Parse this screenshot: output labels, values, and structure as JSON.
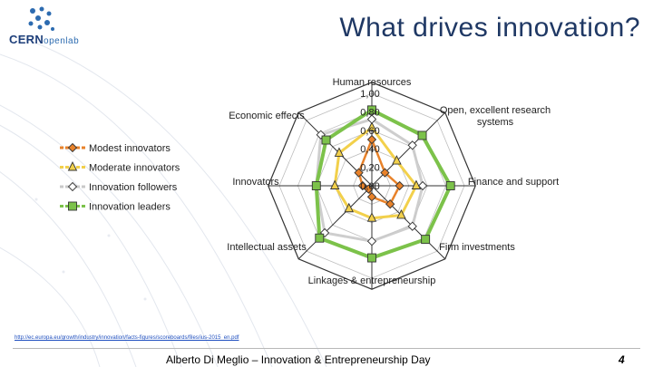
{
  "slide": {
    "title": "What drives innovation?",
    "logo_text": "CERN",
    "logo_sub": "openlab",
    "source_url": "http://ec.europa.eu/growth/industry/innovation/facts-figures/scoreboards/files/ius-2015_en.pdf",
    "footer": "Alberto Di Meglio – Innovation & Entrepreneurship Day",
    "page_number": "4"
  },
  "colors": {
    "title": "#1f3864",
    "axis_lines": "#333333",
    "modest": "#e8822a",
    "moderate": "#f2d04b",
    "followers": "#d9d9d9",
    "leaders": "#7cc24a"
  },
  "chart_data": {
    "type": "radar",
    "axes": [
      "Human resources",
      "Open, excellent research systems",
      "Finance and support",
      "Firm investments",
      "Linkages & entrepreneurship",
      "Intellectual assets",
      "Innovators",
      "Economic effects"
    ],
    "ticks": [
      "0,00",
      "0,20",
      "0,40",
      "0,60",
      "0,80",
      "1,00"
    ],
    "tick_values": [
      0,
      0.2,
      0.4,
      0.6,
      0.8,
      1.0
    ],
    "range": [
      0,
      1
    ],
    "legend_position": "left",
    "series": [
      {
        "name": "Modest innovators",
        "color": "#e8822a",
        "marker": "diamond",
        "values": [
          0.5,
          0.2,
          0.3,
          0.28,
          0.12,
          0.05,
          0.1,
          0.2
        ]
      },
      {
        "name": "Moderate innovators",
        "color": "#f2d04b",
        "marker": "triangle",
        "values": [
          0.63,
          0.38,
          0.48,
          0.45,
          0.35,
          0.35,
          0.4,
          0.5
        ]
      },
      {
        "name": "Innovation followers",
        "color": "#c9c9c9",
        "marker": "diamond-open",
        "values": [
          0.72,
          0.62,
          0.55,
          0.62,
          0.6,
          0.72,
          0.6,
          0.78
        ]
      },
      {
        "name": "Innovation leaders",
        "color": "#7cc24a",
        "marker": "square",
        "values": [
          0.82,
          0.77,
          0.85,
          0.82,
          0.78,
          0.8,
          0.6,
          0.7
        ]
      }
    ]
  }
}
